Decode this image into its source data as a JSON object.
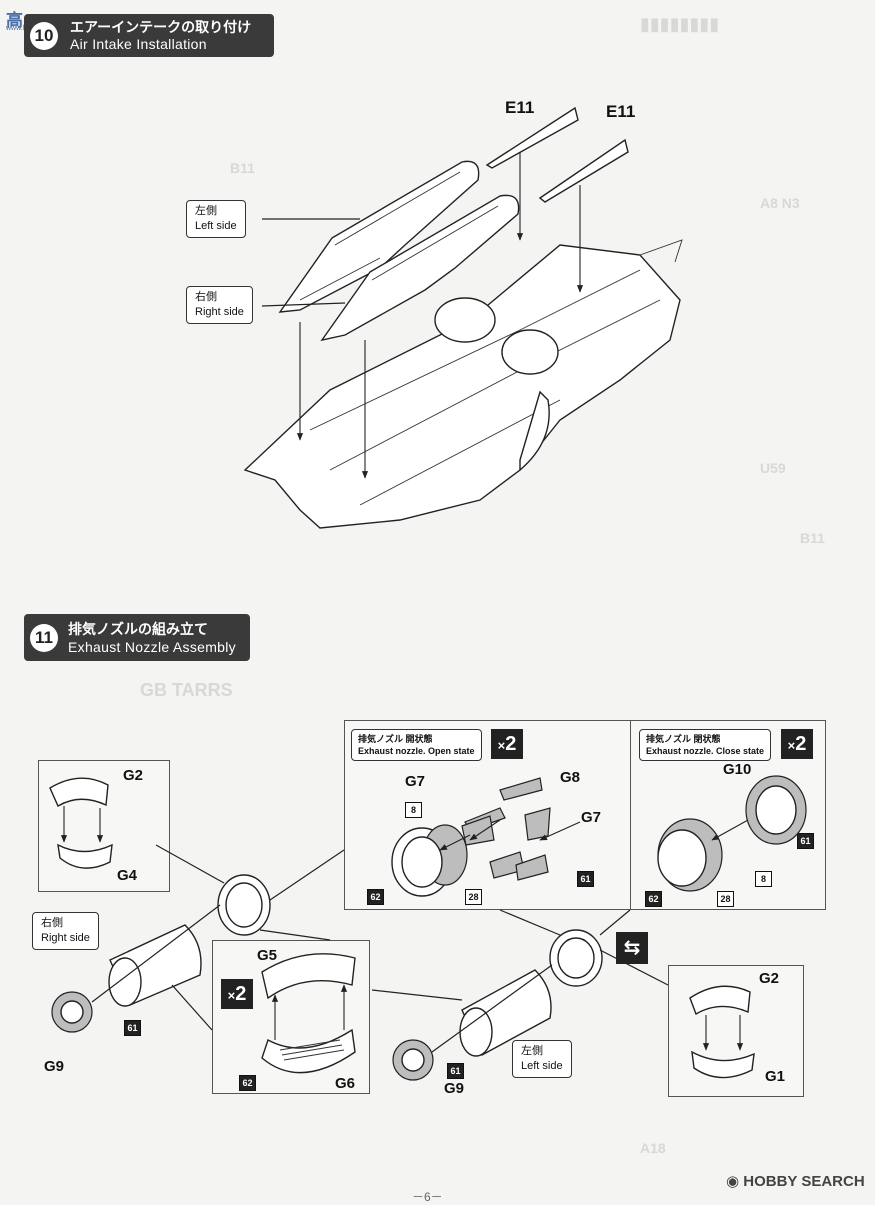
{
  "watermark": {
    "top_left": "高",
    "top_left_small": "www.hobbyfan.cn",
    "bottom_right": "HOBBY SEARCH"
  },
  "step10": {
    "number": "10",
    "title_jp": "エアーインテークの取り付け",
    "title_en": "Air Intake Installation",
    "parts": {
      "e11_left": "E11",
      "e11_right": "E11"
    },
    "callouts": {
      "left": {
        "jp": "左側",
        "en": "Left side"
      },
      "right": {
        "jp": "右側",
        "en": "Right side"
      }
    }
  },
  "step11": {
    "number": "11",
    "title_jp": "排気ノズルの組み立て",
    "title_en": "Exhaust Nozzle Assembly",
    "open_state": {
      "label_jp": "排気ノズル 開状態",
      "label_en": "Exhaust nozzle. Open state",
      "multiplier": "2",
      "parts": [
        "G7",
        "G8",
        "G7"
      ],
      "colors": [
        "8",
        "62",
        "28",
        "61"
      ]
    },
    "close_state": {
      "label_jp": "排気ノズル 閉状態",
      "label_en": "Exhaust nozzle. Close state",
      "multiplier": "2",
      "parts": [
        "G10"
      ],
      "colors": [
        "61",
        "62",
        "28",
        "8"
      ]
    },
    "right_side": {
      "jp": "右側",
      "en": "Right side",
      "parts": [
        "G2",
        "G4",
        "G9"
      ],
      "color": "61"
    },
    "left_side": {
      "jp": "左側",
      "en": "Left side",
      "parts": [
        "G2",
        "G1",
        "G9"
      ],
      "color": "61"
    },
    "middle": {
      "multiplier": "2",
      "parts": [
        "G5",
        "G6"
      ],
      "color": "62"
    }
  },
  "page_number": "－6－"
}
